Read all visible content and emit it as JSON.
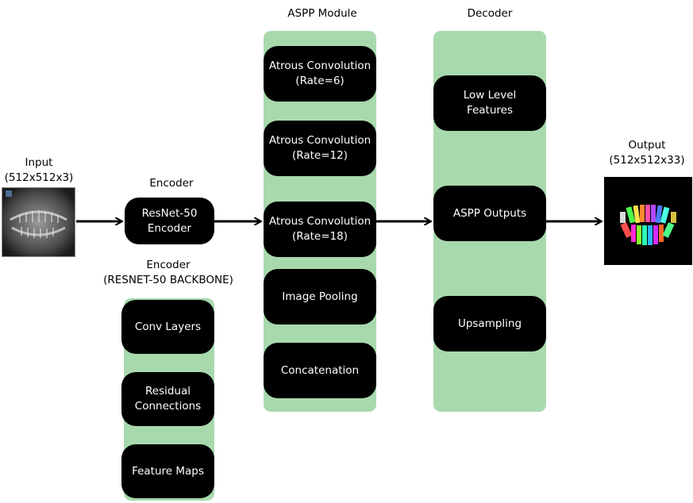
{
  "input": {
    "title": "Input",
    "size": "(512x512x3)",
    "image_icon": "dental-xray-image"
  },
  "encoder": {
    "title": "Encoder",
    "node": "ResNet-50\nEncoder"
  },
  "backbone": {
    "title": "Encoder",
    "subtitle": "(RESNET-50 BACKBONE)",
    "items": [
      "Conv Layers",
      "Residual\nConnections",
      "Feature Maps"
    ]
  },
  "aspp": {
    "title": "ASPP Module",
    "items": [
      "Atrous Convolution\n(Rate=6)",
      "Atrous Convolution\n(Rate=12)",
      "Atrous Convolution\n(Rate=18)",
      "Image Pooling",
      "Concatenation"
    ]
  },
  "decoder": {
    "title": "Decoder",
    "items": [
      "Low Level\nFeatures",
      "ASPP Outputs",
      "Upsampling"
    ]
  },
  "output": {
    "title": "Output",
    "size": "(512x512x33)",
    "image_icon": "segmentation-mask-image"
  },
  "colors": {
    "panel": "#a8d9ad",
    "node": "#000000",
    "node_text": "#ffffff",
    "arrow": "#000000"
  }
}
